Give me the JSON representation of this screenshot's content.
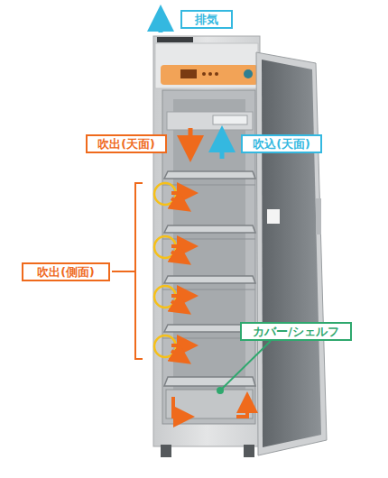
{
  "diagram": {
    "nodes": [
      {
        "text": [
          "排気"
        ]
      },
      {
        "text": [
          "吹出(天面)"
        ]
      },
      {
        "text": [
          "吹込(天面)"
        ]
      },
      {
        "text": [
          "吹出(側面)"
        ]
      },
      {
        "text": [
          "カバー/シェルフ"
        ]
      }
    ]
  }
}
